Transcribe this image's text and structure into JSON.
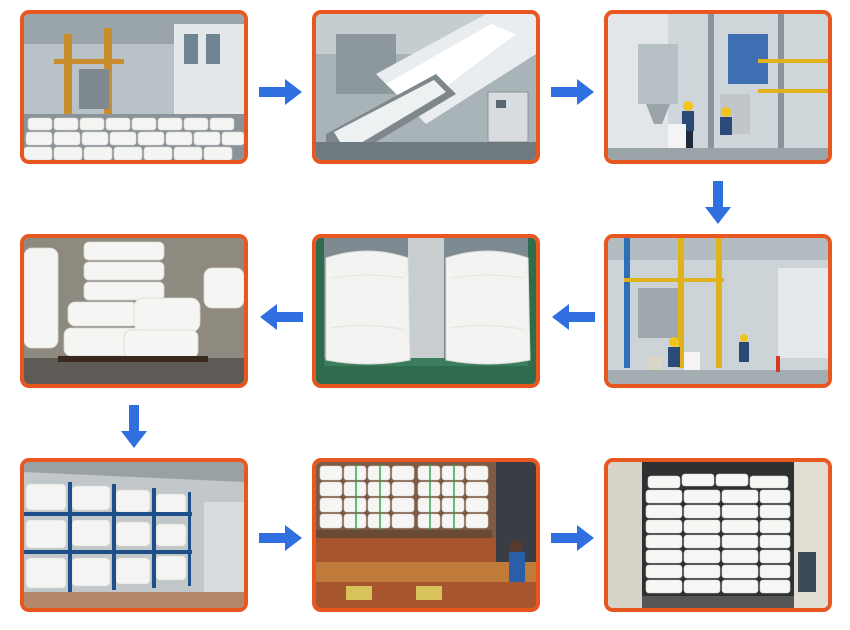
{
  "colors": {
    "frame_border": "#e8571f",
    "arrow": "#2f6fe0",
    "background": "#ffffff"
  },
  "flow": {
    "steps": [
      {
        "id": 1,
        "scene": "factory-floor-with-stacked-bags"
      },
      {
        "id": 2,
        "scene": "conveyor-with-white-granules"
      },
      {
        "id": 3,
        "scene": "bagging-machine-with-workers"
      },
      {
        "id": 4,
        "scene": "automatic-packing-line-workers"
      },
      {
        "id": 5,
        "scene": "two-filled-woven-bags"
      },
      {
        "id": 6,
        "scene": "stacked-bags-warehouse-closeup"
      },
      {
        "id": 7,
        "scene": "warehouse-racks-with-bags"
      },
      {
        "id": 8,
        "scene": "truck-loading-pallets"
      },
      {
        "id": 9,
        "scene": "container-loaded-with-bags"
      }
    ],
    "arrows": [
      {
        "from": 1,
        "to": 2,
        "direction": "right"
      },
      {
        "from": 2,
        "to": 3,
        "direction": "right"
      },
      {
        "from": 3,
        "to": 4,
        "direction": "down"
      },
      {
        "from": 4,
        "to": 5,
        "direction": "left"
      },
      {
        "from": 5,
        "to": 6,
        "direction": "left"
      },
      {
        "from": 6,
        "to": 7,
        "direction": "down"
      },
      {
        "from": 7,
        "to": 8,
        "direction": "right"
      },
      {
        "from": 8,
        "to": 9,
        "direction": "right"
      }
    ]
  }
}
